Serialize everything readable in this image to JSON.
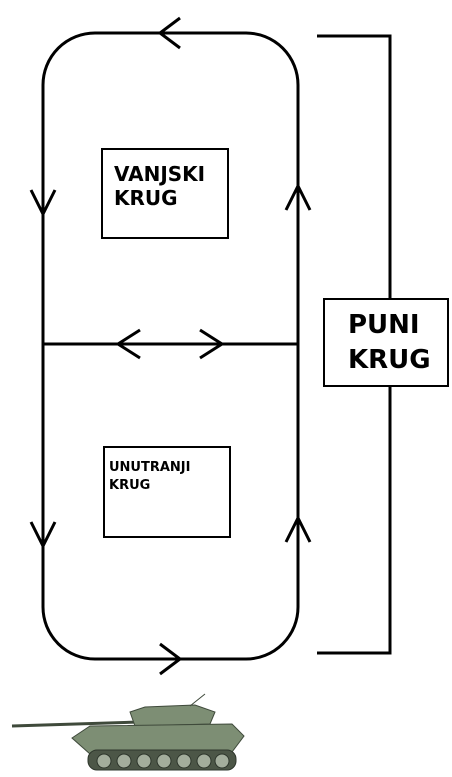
{
  "labels": {
    "outer_circuit": [
      "VANJSKI",
      "KRUG"
    ],
    "inner_circuit": [
      "UNUTRANJI",
      "KRUG"
    ],
    "full_circuit": [
      "PUNI",
      "KRUG"
    ]
  },
  "colors": {
    "line": "#000000",
    "tank_body": "#7d8e74",
    "tank_dark": "#3f4a3b"
  },
  "icons": {
    "vehicle": "tank-icon"
  }
}
